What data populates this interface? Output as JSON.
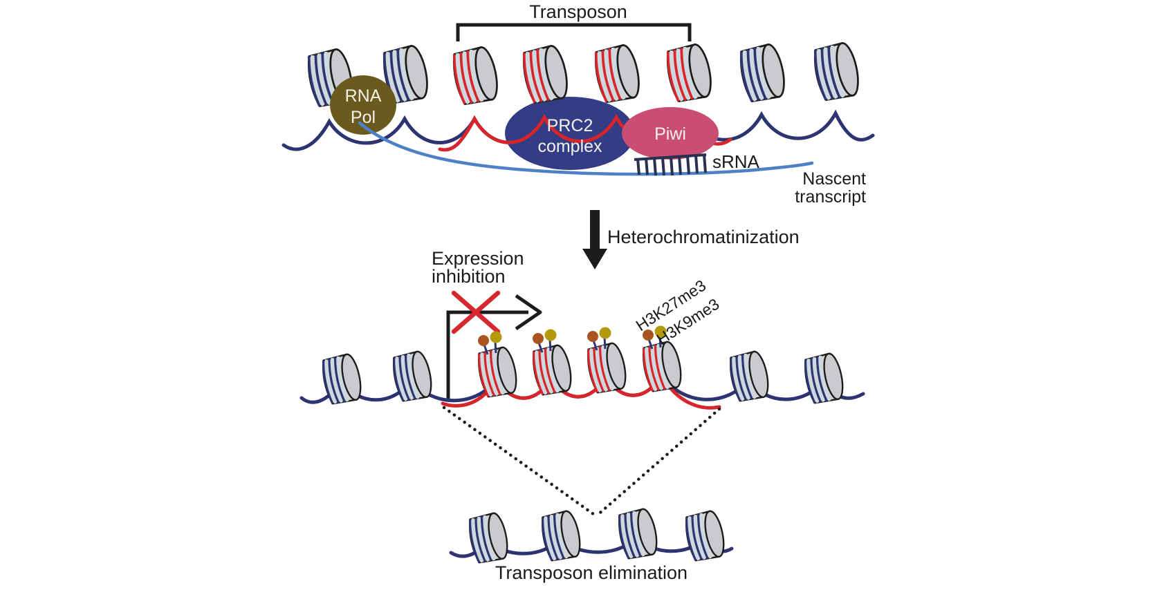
{
  "labels": {
    "transposon_bracket": "Transposon",
    "rna_pol_line1": "RNA",
    "rna_pol_line2": "Pol",
    "prc2_line1": "PRC2",
    "prc2_line2": "complex",
    "piwi": "Piwi",
    "srna": "sRNA",
    "nascent_line1": "Nascent",
    "nascent_line2": "transcript",
    "heterochromatinization": "Heterochromatinization",
    "expression_line1": "Expression",
    "expression_line2": "inhibition",
    "h3k27me3": "H3K27me3",
    "h3k9me3": "H3K9me3",
    "transposon_elimination": "Transposon elimination"
  },
  "colors": {
    "dna_navy": "#2c3472",
    "dna_red": "#d6252b",
    "nucleosome_body": "#d4d5d7",
    "nucleosome_face": "#c9cbce",
    "nucleosome_band": "#cdd9e0",
    "outline": "#1c1c1c",
    "rna_pol": "#6b5a1e",
    "prc2": "#323d85",
    "piwi": "#ca4d73",
    "h3k27me3_mark": "#aa5420",
    "h3k9me3_mark": "#b2990e",
    "nascent_transcript": "#4d80c4",
    "srna_comb": "#2a3150",
    "inhibition_cross": "#d7282f",
    "text": "#1a1a1a"
  }
}
